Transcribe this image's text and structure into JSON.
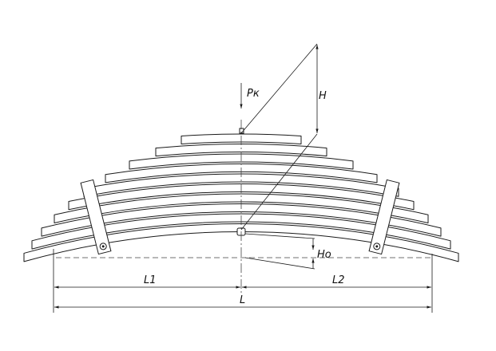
{
  "labels": {
    "load": "Pк",
    "height": "H",
    "camber": "Ho",
    "left_span": "L1",
    "right_span": "L2",
    "total_span": "L"
  }
}
